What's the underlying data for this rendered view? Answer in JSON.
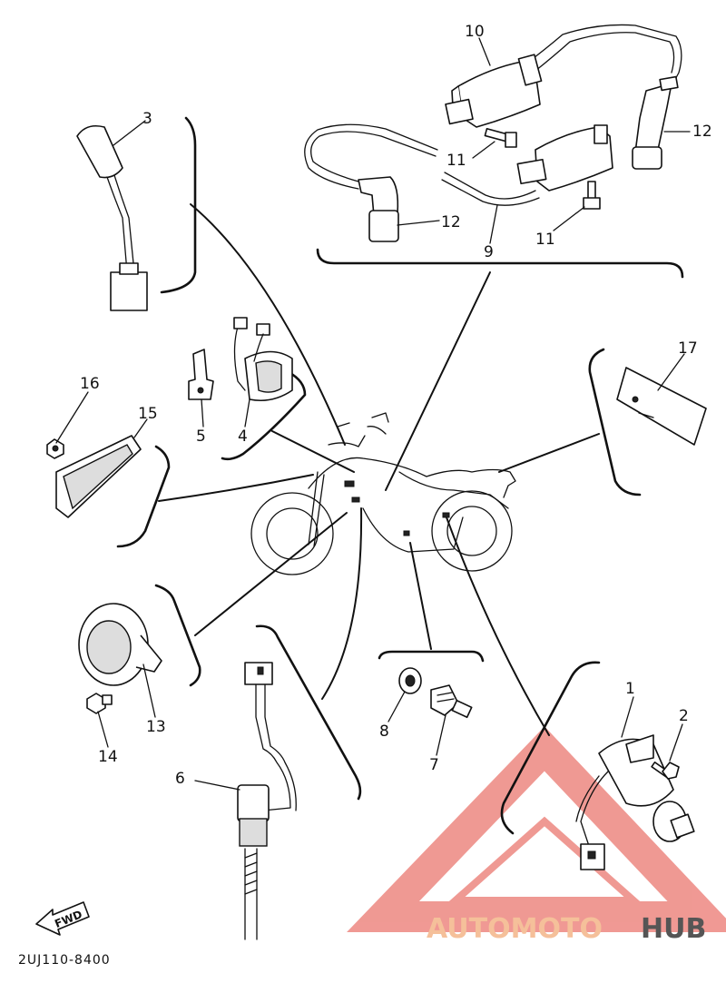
{
  "diagram": {
    "part_numbers": {
      "p1": "1",
      "p2": "2",
      "p3": "3",
      "p4": "4",
      "p5": "5",
      "p6": "6",
      "p7": "7",
      "p8": "8",
      "p9": "9",
      "p10": "10",
      "p11a": "11",
      "p11b": "11",
      "p12a": "12",
      "p12b": "12",
      "p13": "13",
      "p14": "14",
      "p15": "15",
      "p16": "16",
      "p17": "17"
    },
    "diagram_code": "2UJ110-8400",
    "fwd_label": "FWD"
  },
  "watermark": {
    "part1": "AUTOMOTO",
    "part2": "HUB",
    "colors": {
      "part1": "#f5c09a",
      "part2": "#555555",
      "triangle": "#e8635a"
    }
  }
}
